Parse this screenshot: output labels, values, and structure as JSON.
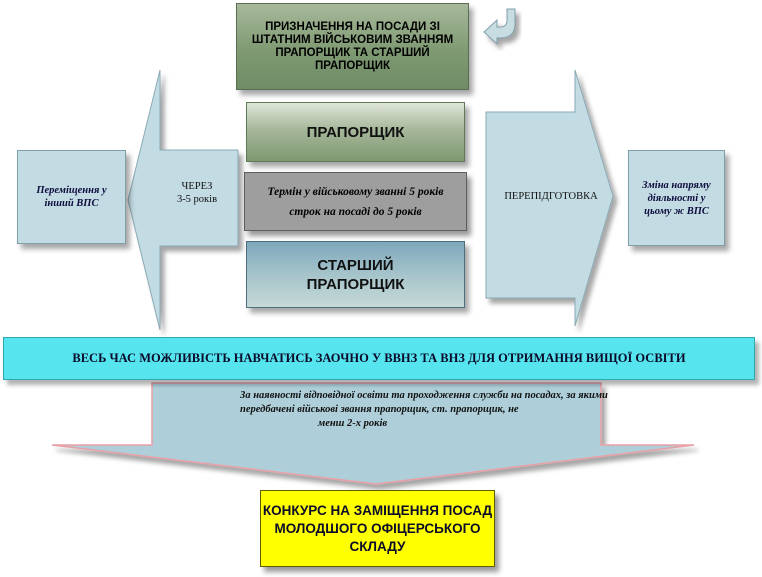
{
  "top_box": {
    "text": "ПРИЗНАЧЕННЯ НА ПОСАДИ ЗІ ШТАТНИМ ВІЙСЬКОВИМ ЗВАННЯМ ПРАПОРЩИК ТА СТАРШИЙ ПРАПОРЩИК"
  },
  "rank_1": {
    "text": "ПРАПОРЩИК"
  },
  "service_terms": {
    "line1": "Термін у військовому званні 5 років",
    "line2": "строк на посаді до 5 років"
  },
  "rank_2": {
    "line1": "СТАРШИЙ",
    "line2": "ПРАПОРЩИК"
  },
  "left_arrow": {
    "line1": "ЧЕРЕЗ",
    "line2": "3-5 років"
  },
  "left_box": {
    "text": "Переміщення у інший ВПС"
  },
  "right_arrow": {
    "text": "ПЕРЕПІДГОТОВКА"
  },
  "right_box": {
    "text": "Зміна напряму діяльності у цьому ж ВПС"
  },
  "banner": {
    "text": "ВЕСЬ ЧАС МОЖЛИВІСТЬ НАВЧАТИСЬ ЗАОЧНО У ВВНЗ ТА ВНЗ ДЛЯ ОТРИМАННЯ ВИЩОЇ ОСВІТИ"
  },
  "down_arrow": {
    "text": "За наявності відповідної освіти та проходження служби на посадах, за якими передбачені військові звання прапорщик, ст. прапорщик, не",
    "tail": "менш 2-х років"
  },
  "final_box": {
    "text": "КОНКУРС НА ЗАМІЩЕННЯ ПОСАД МОЛОДШОГО ОФІЦЕРСЬКОГО СКЛАДУ"
  },
  "colors": {
    "arrow_fill": "#c3dbe3",
    "banner": "#56e5ee",
    "down_arrow": "#aecfd9",
    "final_box": "#ffff00"
  }
}
